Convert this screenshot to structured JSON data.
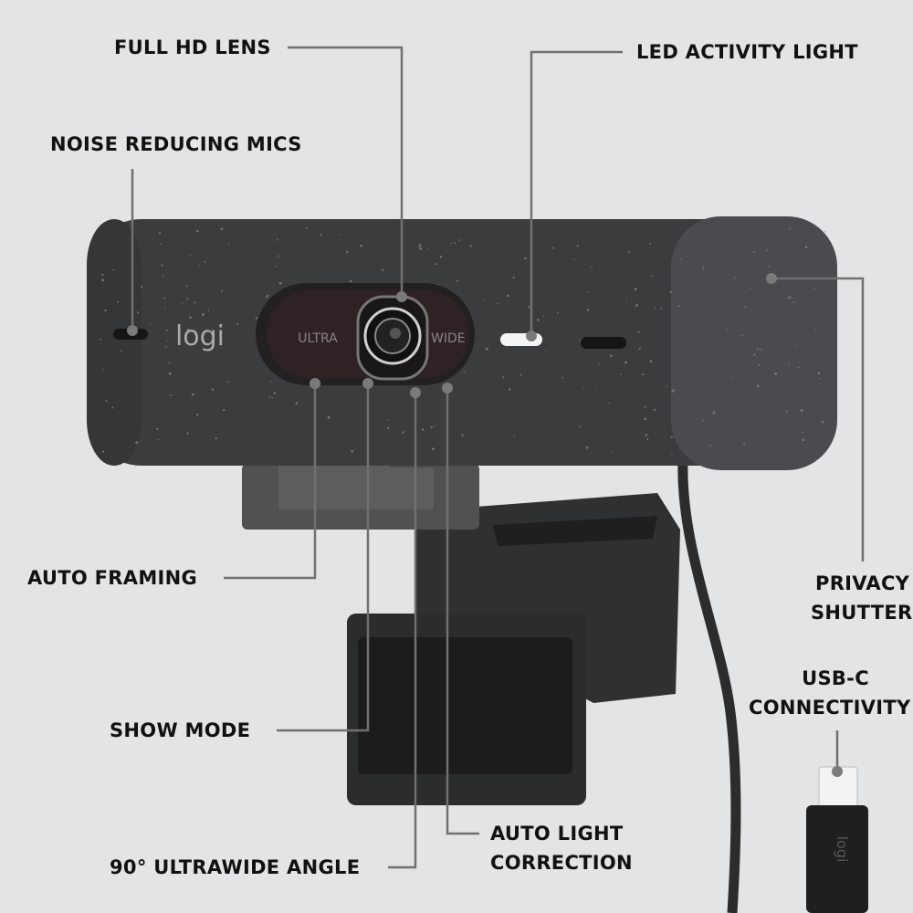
{
  "callouts": {
    "full_hd_lens": "FULL HD LENS",
    "led_activity_light": "LED ACTIVITY LIGHT",
    "noise_reducing_mics": "NOISE REDUCING MICS",
    "privacy_shutter_line1": "PRIVACY",
    "privacy_shutter_line2": "SHUTTER",
    "auto_framing": "AUTO FRAMING",
    "usb_c_line1": "USB-C",
    "usb_c_line2": "CONNECTIVITY",
    "show_mode": "SHOW MODE",
    "auto_light_line1": "AUTO LIGHT",
    "auto_light_line2": "CORRECTION",
    "ultrawide_angle": "90° ULTRAWIDE ANGLE"
  },
  "camera": {
    "brand_logo": "logi",
    "lens_text_left": "ULTRA",
    "lens_text_right": "WIDE",
    "connector_logo": "logi"
  },
  "colors": {
    "background": "#e3e4e5",
    "body": "#3a3b3d",
    "callout_line": "#707070",
    "label": "#111111"
  }
}
